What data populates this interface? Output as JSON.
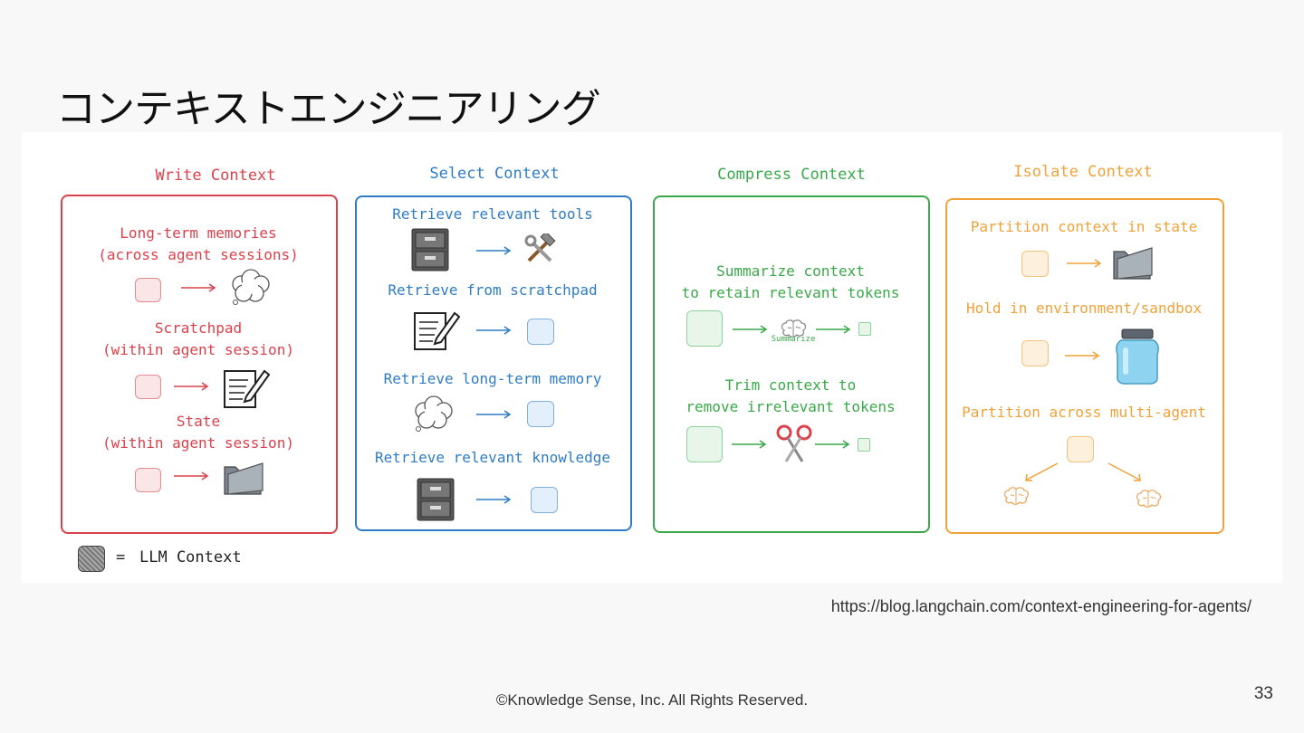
{
  "slide": {
    "title": "コンテキストエンジニアリング",
    "source_url": "https://blog.langchain.com/context-engineering-for-agents/",
    "footer": "©Knowledge Sense, Inc. All Rights Reserved.",
    "page_number": "33"
  },
  "colors": {
    "write": "#d9424c",
    "select": "#2f7cc4",
    "compress": "#3aa84a",
    "isolate": "#f0a23a"
  },
  "columns": {
    "write": {
      "title": "Write Context",
      "items": [
        {
          "label": "Long-term memories\n(across agent sessions)",
          "target_icon": "thought-cloud-icon"
        },
        {
          "label": "Scratchpad\n(within agent session)",
          "target_icon": "notepad-pencil-icon"
        },
        {
          "label": "State\n(within agent session)",
          "target_icon": "folder-icon"
        }
      ]
    },
    "select": {
      "title": "Select Context",
      "items": [
        {
          "label": "Retrieve relevant tools",
          "source_icon": "file-cabinet-icon",
          "target_icon": "hammer-wrench-icon"
        },
        {
          "label": "Retrieve from scratchpad",
          "source_icon": "notepad-pencil-icon"
        },
        {
          "label": "Retrieve long-term memory",
          "source_icon": "thought-cloud-icon"
        },
        {
          "label": "Retrieve relevant knowledge",
          "source_icon": "file-cabinet-icon"
        }
      ]
    },
    "compress": {
      "title": "Compress Context",
      "items": [
        {
          "label": "Summarize context\nto retain relevant tokens",
          "tool_icon": "brain-icon",
          "tool_caption": "Summarize"
        },
        {
          "label": "Trim context to\nremove irrelevant tokens",
          "tool_icon": "scissors-icon"
        }
      ]
    },
    "isolate": {
      "title": "Isolate Context",
      "items": [
        {
          "label": "Partition context in state",
          "target_icon": "folder-icon"
        },
        {
          "label": "Hold in environment/sandbox",
          "target_icon": "jar-icon"
        },
        {
          "label": "Partition across multi-agent",
          "target_icon": "brain-icon"
        }
      ]
    }
  },
  "legend": {
    "equals": "=",
    "label": "LLM Context"
  }
}
